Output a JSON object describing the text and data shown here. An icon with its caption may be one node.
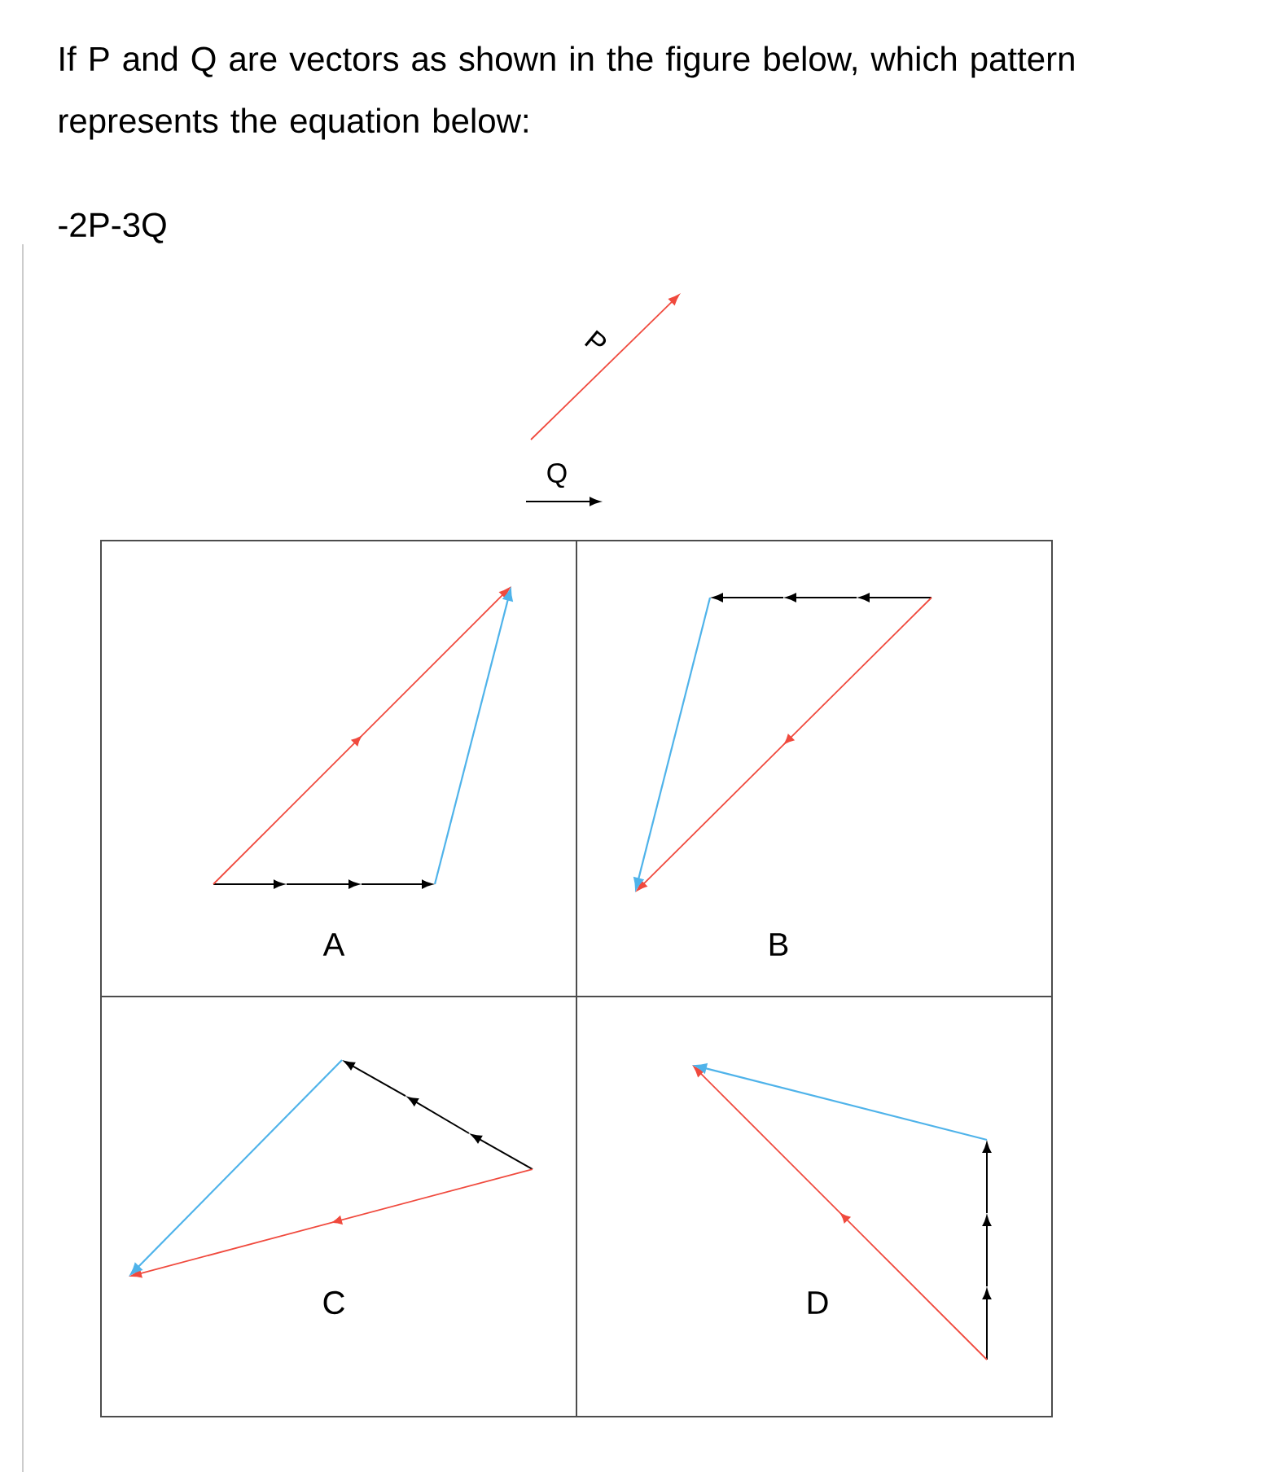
{
  "diagram": {
    "title": "If P and Q are vectors as shown in the figure below, which pattern represents the equation below:",
    "nodes": [
      {
        "text": [
          "A"
        ]
      },
      {
        "text": [
          "B"
        ]
      },
      {
        "text": [
          "C"
        ]
      },
      {
        "text": [
          "D"
        ]
      }
    ],
    "labels": [
      "-2P-3Q",
      "P",
      "Q"
    ]
  }
}
